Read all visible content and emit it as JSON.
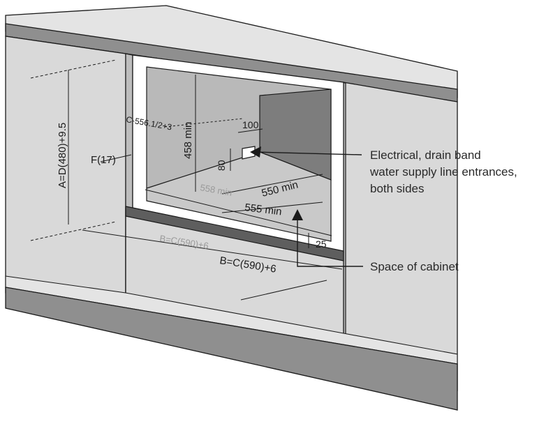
{
  "dimensions": {
    "height_formula": "A=D(480)+9.5",
    "width_formula": "B=C(590)+6",
    "side_offset": "F(17)",
    "inner_height": "458 min",
    "depth_min_inner": "550 min",
    "depth_min_outer": "555 min",
    "inner_width_upper": "C-556.1/2+3",
    "inner_width_lower": "558 min",
    "bottom_width_faint": "B=C(590)+6",
    "entrance_width": "100",
    "entrance_height": "80",
    "bottom_clearance": "25"
  },
  "callouts": {
    "entrances": [
      "Electrical, drain band",
      "water supply line entrances,",
      "both sides"
    ],
    "space": "Space of cabinet"
  },
  "colors": {
    "stroke": "#1a1a1a",
    "panel": "#d9d9d9",
    "panel_dark": "#c4c4c4",
    "recess": "#b9b9b9",
    "recess_dark": "#7d7d7d",
    "counter_top": "#e4e4e4",
    "counter_edge": "#8f8f8f"
  }
}
